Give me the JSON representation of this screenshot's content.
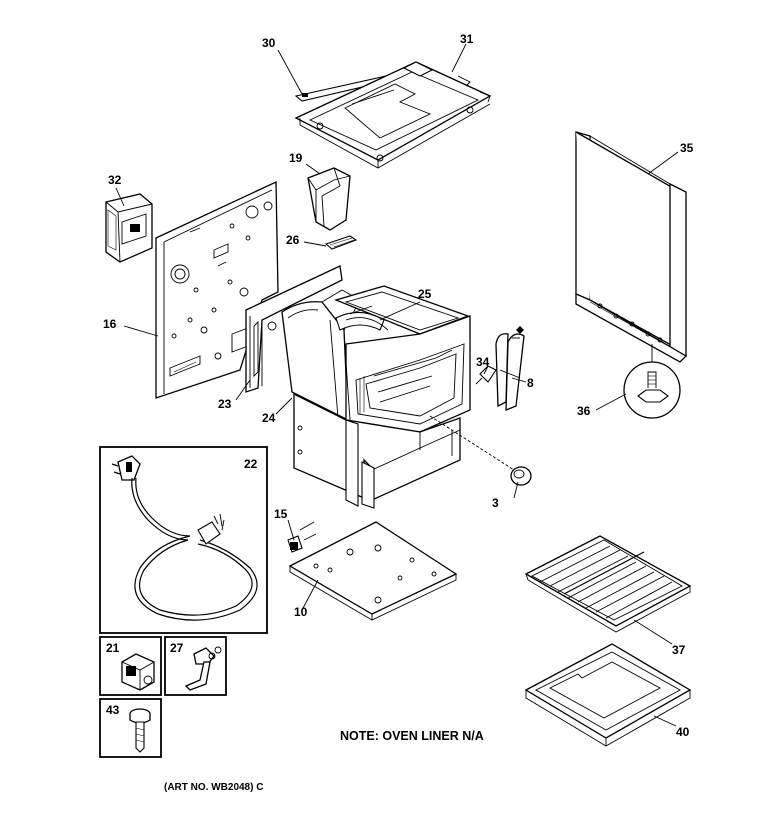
{
  "callouts": {
    "c30": "30",
    "c31": "31",
    "c19": "19",
    "c32": "32",
    "c35": "35",
    "c26": "26",
    "c25": "25",
    "c16": "16",
    "c34": "34",
    "c8": "8",
    "c36": "36",
    "c23": "23",
    "c24": "24",
    "c22": "22",
    "c3": "3",
    "c15": "15",
    "c10": "10",
    "c21": "21",
    "c27": "27",
    "c37": "37",
    "c43": "43",
    "c40": "40"
  },
  "note": "NOTE: OVEN LINER N/A",
  "art_number": "(ART NO. WB2048) C"
}
